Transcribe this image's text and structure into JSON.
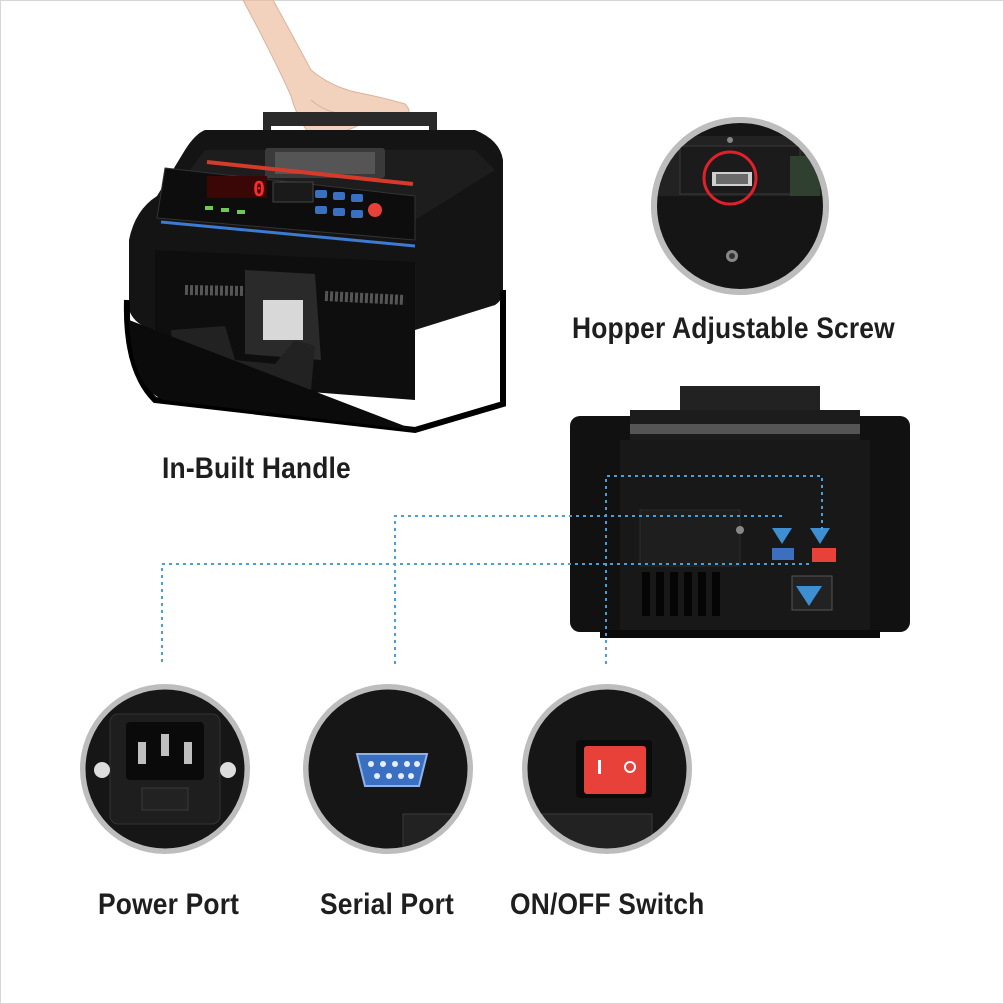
{
  "labels": {
    "handle": "In-Built Handle",
    "hopper": "Hopper Adjustable Screw",
    "power": "Power Port",
    "serial": "Serial Port",
    "switch": "ON/OFF Switch"
  },
  "colors": {
    "dotted_line": "#4a9fd8",
    "arrow": "#3d8fd1",
    "switch_red": "#e8413a",
    "highlight_ring": "#e0202a",
    "machine_body": "#121212",
    "circle_border": "#bdbdbd"
  },
  "icons": {
    "hand": "hand-icon",
    "arrow": "down-arrow-icon"
  }
}
